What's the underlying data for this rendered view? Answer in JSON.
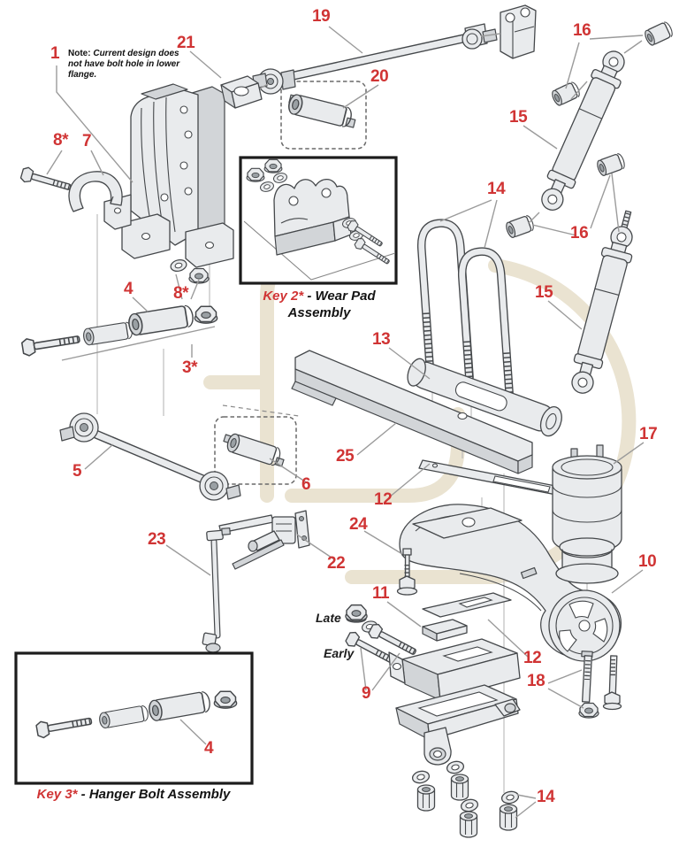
{
  "colors": {
    "callout": "#d03434",
    "leader": "#9b9b9b",
    "part_fill": "#e9ebed",
    "part_fill_dark": "#d2d5d8",
    "part_stroke": "#45484b",
    "watermark": "#eae3d1",
    "box_border": "#1c1c1c"
  },
  "note": {
    "prefix": "Note:",
    "body": "Current design does not have bolt hole in lower flange."
  },
  "captions": {
    "key2": {
      "key": "Key 2*",
      "rest": " - Wear Pad",
      "line2": "Assembly"
    },
    "key3": {
      "key": "Key 3*",
      "rest": " - Hanger Bolt Assembly"
    }
  },
  "variants": {
    "late": "Late",
    "early": "Early"
  },
  "callouts": [
    {
      "id": "hanger-bracket",
      "text": "1"
    },
    {
      "id": "rod-end-21",
      "text": "21"
    },
    {
      "id": "torque-rod-upper",
      "text": "19"
    },
    {
      "id": "shock-bushings-top",
      "text": "16"
    },
    {
      "id": "rod-bushing-20",
      "text": "20"
    },
    {
      "id": "shock-upper",
      "text": "15"
    },
    {
      "id": "hanger-bolt",
      "text": "8*"
    },
    {
      "id": "wear-pad",
      "text": "7"
    },
    {
      "id": "u-bolts",
      "text": "14"
    },
    {
      "id": "shock-bushings-mid",
      "text": "16"
    },
    {
      "id": "shock-lower",
      "text": "15"
    },
    {
      "id": "hanger-bushing",
      "text": "4"
    },
    {
      "id": "hanger-nut",
      "text": "8*"
    },
    {
      "id": "hanger-bolt-assembly",
      "text": "3*"
    },
    {
      "id": "spring-top-plate",
      "text": "13"
    },
    {
      "id": "air-spring",
      "text": "17"
    },
    {
      "id": "leaf-spring",
      "text": "25"
    },
    {
      "id": "torque-rod-lower",
      "text": "5"
    },
    {
      "id": "rod-bushing-6",
      "text": "6"
    },
    {
      "id": "shim-upper",
      "text": "12"
    },
    {
      "id": "trailing-arm",
      "text": "10"
    },
    {
      "id": "linkage-rod",
      "text": "23"
    },
    {
      "id": "seat-bolt-24",
      "text": "24"
    },
    {
      "id": "height-control-valve",
      "text": "22"
    },
    {
      "id": "spacer-block-11",
      "text": "11"
    },
    {
      "id": "early-late-bolts",
      "text": "9"
    },
    {
      "id": "shim-lower",
      "text": "12"
    },
    {
      "id": "seat-bolts-18",
      "text": "18"
    },
    {
      "id": "nuts-washers-bottom",
      "text": "14"
    },
    {
      "id": "key3-bushing",
      "text": "4"
    }
  ]
}
